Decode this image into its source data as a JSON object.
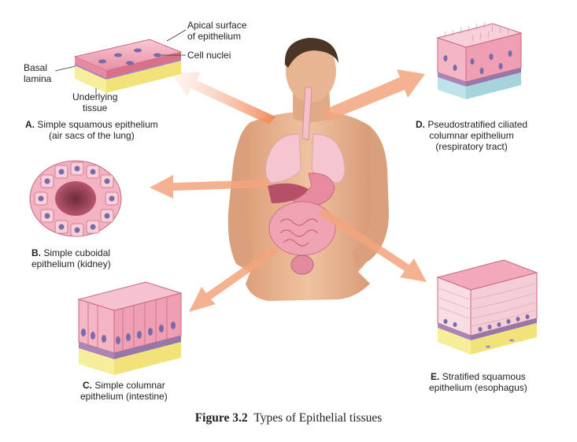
{
  "labels": {
    "apical_surface": [
      "Apical surface",
      "of epithelium"
    ],
    "cell_nuclei": "Cell nuclei",
    "basal_lamina": [
      "Basal",
      "lamina"
    ],
    "underlying_tissue": [
      "Underlying",
      "tissue"
    ]
  },
  "tissues": {
    "a": {
      "letter": "A.",
      "lines": [
        "Simple squamous epithelium",
        "(air sacs of the lung)"
      ]
    },
    "b": {
      "letter": "B.",
      "lines": [
        "Simple cuboidal",
        "epithelium (kidney)"
      ]
    },
    "c": {
      "letter": "C.",
      "lines": [
        "Simple columnar",
        "epithelium (intestine)"
      ]
    },
    "d": {
      "letter": "D.",
      "lines": [
        "Pseudostratified ciliated",
        "columnar epithelium",
        "(respiratory tract)"
      ]
    },
    "e": {
      "letter": "E.",
      "lines": [
        "Stratified squamous",
        "epithelium (esophagus)"
      ]
    }
  },
  "caption": {
    "number": "Figure 3.2",
    "text": "Types of Epithelial tissues"
  },
  "colors": {
    "epithelium_pink": "#f2a7b8",
    "epithelium_dark": "#d9708a",
    "basement_yellow": "#f6ee9a",
    "basement_purple": "#a985b8",
    "nucleus": "#7a6aa8",
    "arrow": "#f2a27a",
    "skin": "#e9b48f",
    "lung": "#f5c6cf"
  }
}
